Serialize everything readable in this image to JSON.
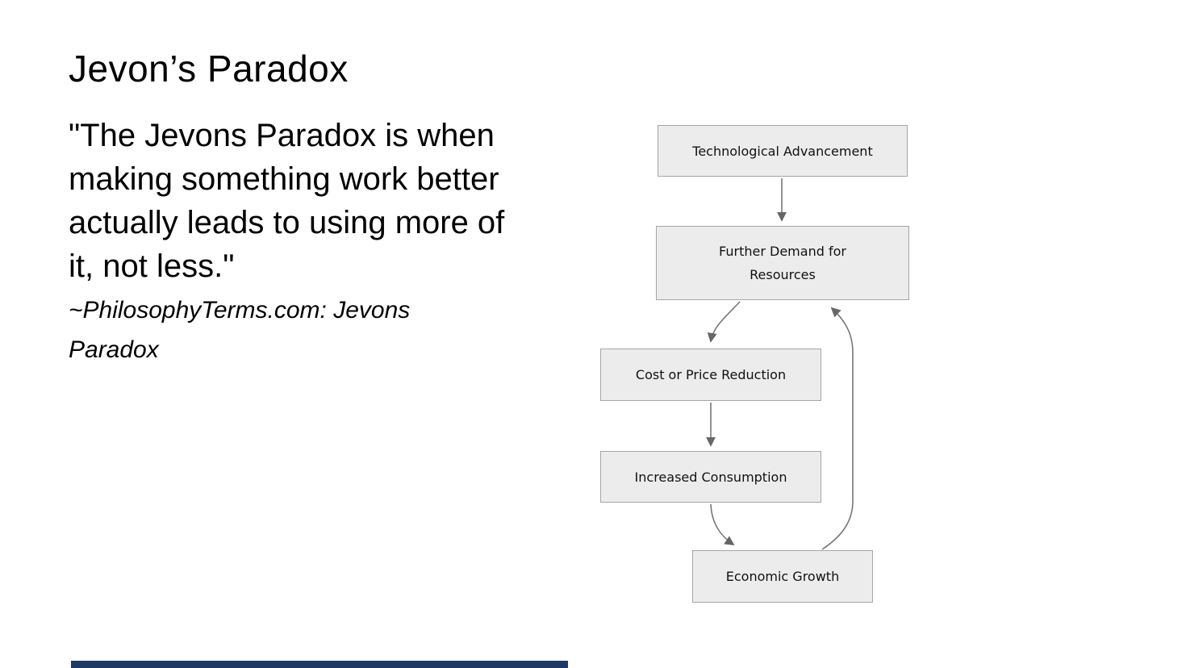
{
  "slide": {
    "title": "Jevon’s Paradox",
    "quote_lines": [
      "\"The Jevons Paradox is when",
      "making something work better",
      "actually leads to using more of",
      "it, not less.\""
    ],
    "attribution_lines": [
      "~PhilosophyTerms.com: Jevons",
      "Paradox"
    ]
  },
  "diagram": {
    "nodes": [
      {
        "id": "technological-advancement",
        "label": "Technological Advancement"
      },
      {
        "id": "further-demand-for-resources",
        "label": "Further Demand for Resources"
      },
      {
        "id": "cost-or-price-reduction",
        "label": "Cost or Price Reduction"
      },
      {
        "id": "increased-consumption",
        "label": "Increased Consumption"
      },
      {
        "id": "economic-growth",
        "label": "Economic Growth"
      }
    ],
    "edges": [
      {
        "from": "technological-advancement",
        "to": "further-demand-for-resources"
      },
      {
        "from": "further-demand-for-resources",
        "to": "cost-or-price-reduction"
      },
      {
        "from": "cost-or-price-reduction",
        "to": "increased-consumption"
      },
      {
        "from": "increased-consumption",
        "to": "economic-growth"
      },
      {
        "from": "economic-growth",
        "to": "further-demand-for-resources"
      }
    ],
    "colors": {
      "node_fill": "#ececec",
      "node_border": "#a6a6a6",
      "edge": "#777777",
      "arrowhead": "#666666",
      "node_text": "#111111"
    }
  },
  "footer": {
    "accent_bar_color": "#1f3864"
  }
}
